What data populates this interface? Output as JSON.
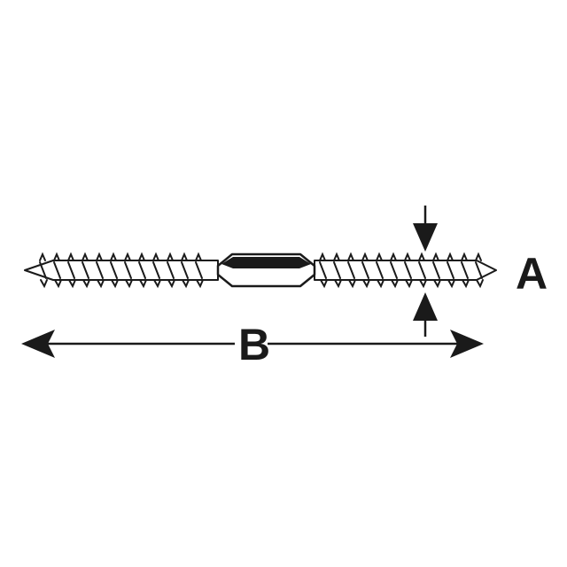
{
  "dimensions": {
    "a_label": "A",
    "b_label": "B"
  },
  "colors": {
    "line": "#1a1a1a",
    "fill": "#ffffff"
  },
  "parts": {
    "screw": "double-ended-hanger-bolt",
    "arrow_icon": "dimension-arrow-icon"
  }
}
